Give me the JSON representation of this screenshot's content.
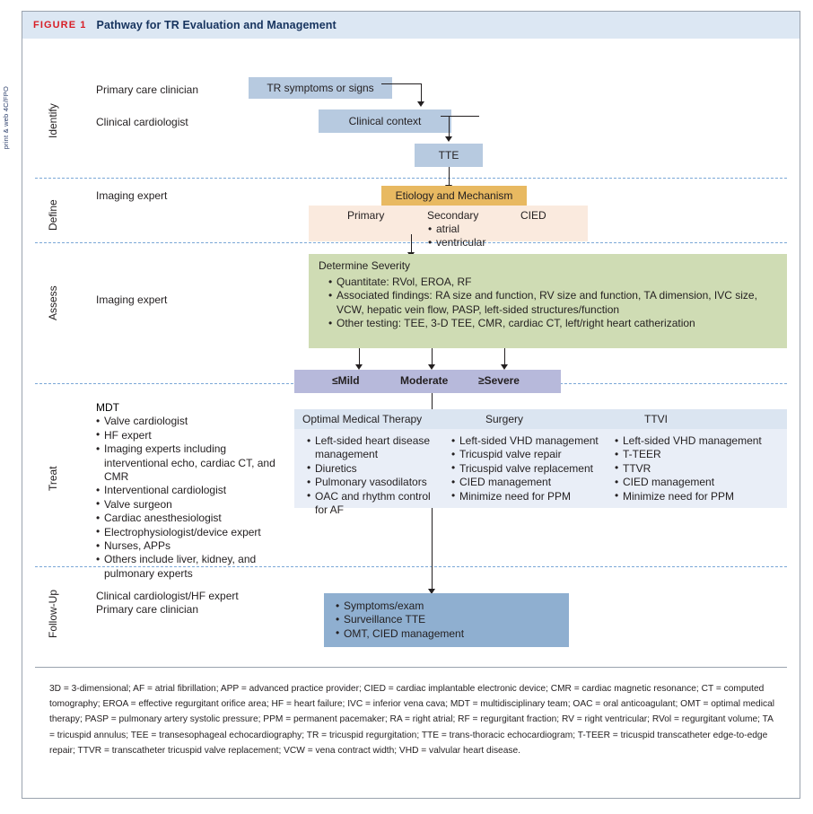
{
  "production_mark": "print & web 4C/FPO",
  "figure": {
    "number": "FIGURE 1",
    "title": "Pathway for TR Evaluation and Management"
  },
  "stages": {
    "identify": "Identify",
    "define": "Define",
    "assess": "Assess",
    "treat": "Treat",
    "followup": "Follow-Up"
  },
  "identify": {
    "roles": {
      "primary_care": "Primary care clinician",
      "cardiologist": "Clinical cardiologist"
    },
    "nodes": {
      "symptoms": "TR symptoms or signs",
      "context": "Clinical context",
      "tte": "TTE"
    }
  },
  "define": {
    "role": "Imaging expert",
    "header": "Etiology and Mechanism",
    "columns": {
      "primary": "Primary",
      "secondary": "Secondary",
      "cied": "CIED"
    },
    "secondary_items": [
      "atrial",
      "ventricular"
    ]
  },
  "assess": {
    "role": "Imaging expert",
    "header": "Determine Severity",
    "items": [
      "Quantitate: RVol, EROA, RF",
      "Associated findings: RA size and function, RV size and function, TA dimension, IVC size, VCW, hepatic vein flow, PASP, left-sided structures/function",
      "Other testing: TEE, 3-D TEE, CMR, cardiac CT, left/right heart catherization"
    ],
    "severity": {
      "mild": "≤Mild",
      "moderate": "Moderate",
      "severe": "≥Severe"
    }
  },
  "treat": {
    "mdt_title": "MDT",
    "mdt_items": [
      "Valve cardiologist",
      "HF expert",
      "Imaging experts including interventional echo, cardiac CT, and CMR",
      "Interventional cardiologist",
      "Valve surgeon",
      "Cardiac anesthesiologist",
      "Electrophysiologist/device expert",
      "Nurses, APPs",
      "Others include liver, kidney, and pulmonary experts"
    ],
    "columns": [
      {
        "header": "Optimal Medical Therapy",
        "items": [
          "Left-sided heart disease management",
          "Diuretics",
          "Pulmonary vasodilators",
          "OAC and rhythm control for AF"
        ]
      },
      {
        "header": "Surgery",
        "items": [
          "Left-sided VHD management",
          "Tricuspid valve repair",
          "Tricuspid valve replacement",
          "CIED management",
          "Minimize need for PPM"
        ]
      },
      {
        "header": "TTVI",
        "items": [
          "Left-sided VHD management",
          "T-TEER",
          "TTVR",
          "CIED management",
          "Minimize need for PPM"
        ]
      }
    ]
  },
  "followup": {
    "roles": [
      "Clinical cardiologist/HF expert",
      "Primary care clinician"
    ],
    "items": [
      "Symptoms/exam",
      "Surveillance TTE",
      "OMT, CIED management"
    ]
  },
  "footnote": "3D = 3-dimensional; AF = atrial fibrillation; APP = advanced practice provider; CIED = cardiac implantable electronic device; CMR = cardiac magnetic resonance; CT = computed tomography; EROA = effective regurgitant orifice area; HF = heart failure; IVC = inferior vena cava; MDT = multidisciplinary team; OAC = oral anticoagulant; OMT = optimal medical therapy; PASP = pulmonary artery systolic pressure; PPM = permanent pacemaker; RA = right atrial; RF = regurgitant fraction; RV = right ventricular; RVol = regurgitant volume; TA = tricuspid annulus; TEE = transesophageal echocardiography; TR = tricuspid regurgitation; TTE = trans-thoracic echocardiogram; T-TEER = tricuspid transcatheter edge-to-edge repair; TTVR = transcatheter tricuspid valve replacement; VCW = vena contract width; VHD = valvular heart disease.",
  "colors": {
    "title_band": "#dce7f3",
    "figure_number": "#d81e26",
    "figure_title": "#16335e",
    "node_blue": "#b7cae0",
    "etiology_amber": "#e8b961",
    "define_peach": "#faeade",
    "assess_green": "#cfdcb4",
    "severity_purple": "#b7b9db",
    "treat_panel": "#e9eef7",
    "treat_header": "#dbe5f1",
    "followup_steel": "#8fafd0",
    "divider": "#7ba7d7"
  }
}
